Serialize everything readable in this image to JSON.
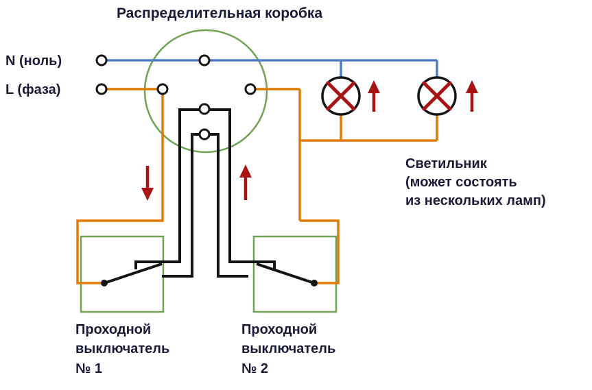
{
  "diagram": {
    "title": "Распределительная коробка",
    "supply": {
      "neutral_label": "N (ноль)",
      "phase_label": "L (фаза)"
    },
    "lamp_caption": [
      "Светильник",
      "(может состоять",
      "из нескольких ламп)"
    ],
    "switch1_label": [
      "Проходной",
      "выключатель",
      "№ 1"
    ],
    "switch2_label": [
      "Проходной",
      "выключатель",
      "№ 2"
    ],
    "colors": {
      "neutral_wire": "#4f7fc1",
      "phase_wire": "#e07c05",
      "traveler_wire": "#141414",
      "junction_box_outline": "#6fa353",
      "switch_box_outline": "#6fa353",
      "indicator_red": "#a81414",
      "label_text": "#1a1a38",
      "background": "#ffffff"
    }
  }
}
